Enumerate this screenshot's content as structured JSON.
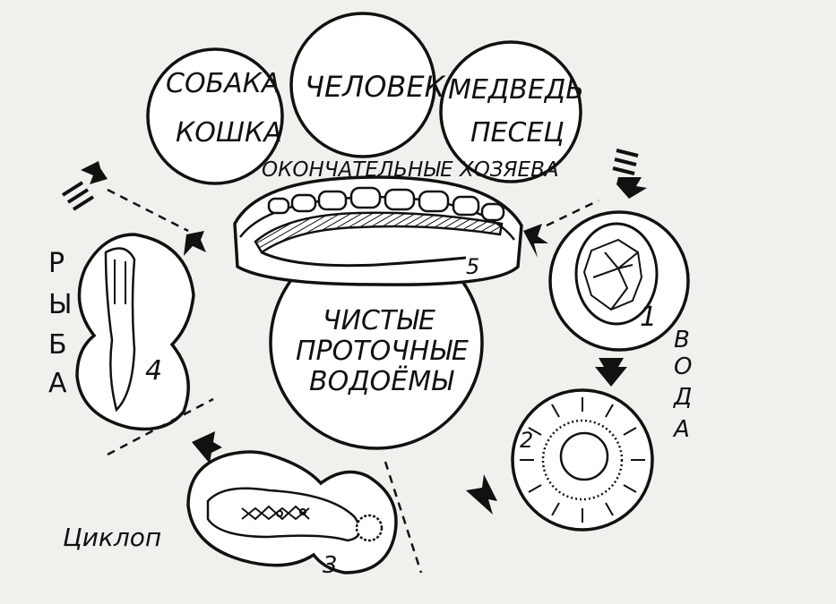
{
  "hosts": {
    "left": {
      "line1": "СОБАКА",
      "line2": "КОШКА"
    },
    "center": "ЧЕЛОВЕК",
    "right": {
      "line1": "МЕДВЕДЬ",
      "line2": "ПЕСЕЦ"
    },
    "caption": "ОКОНЧАТЕЛЬНЫЕ ХОЗЯЕВА"
  },
  "habitat": {
    "line1": "ЧИСТЫЕ",
    "line2": "ПРОТОЧНЫЕ",
    "line3": "ВОДОЁМЫ"
  },
  "stages": [
    {
      "number": "1"
    },
    {
      "number": "2"
    },
    {
      "number": "3"
    },
    {
      "number": "4"
    },
    {
      "number": "5"
    }
  ],
  "labels": {
    "water": [
      "В",
      "О",
      "Д",
      "А"
    ],
    "fish": [
      "Р",
      "Ы",
      "Б",
      "А"
    ],
    "cyclops": "Циклоп"
  },
  "colors": {
    "ink": "#111111",
    "paper": "#f1f0ec"
  }
}
